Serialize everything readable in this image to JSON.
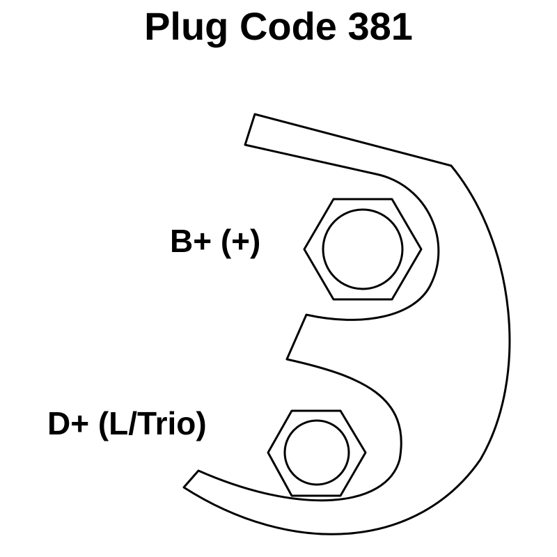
{
  "title": "Plug Code 381",
  "terminals": [
    {
      "label": "B+ (+)"
    },
    {
      "label": "D+ (L/Trio)"
    }
  ],
  "colors": {
    "stroke": "#000000",
    "background": "#ffffff"
  }
}
